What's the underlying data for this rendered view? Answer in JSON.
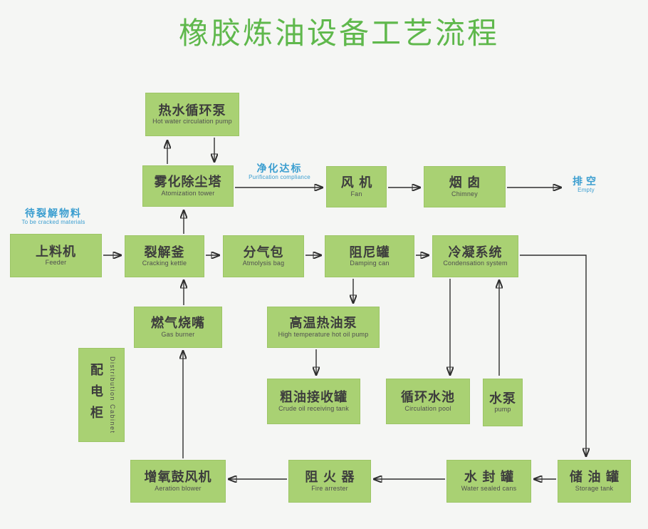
{
  "title": "橡胶炼油设备工艺流程",
  "colors": {
    "background": "#f5f6f4",
    "box_fill": "#a9d173",
    "box_border": "#9cc566",
    "title_green": "#5fb84c",
    "accent_blue": "#3b9ed0",
    "arrow": "#2e2e2e",
    "box_text": "#3d3d3d"
  },
  "nodes": {
    "hot_water_pump": {
      "zh": "热水循环泵",
      "en": "Hot water circulation pump"
    },
    "atomization_tower": {
      "zh": "雾化除尘塔",
      "en": "Atomization tower"
    },
    "fan": {
      "zh": "风机",
      "en": "Fan"
    },
    "chimney": {
      "zh": "烟囱",
      "en": "Chimney"
    },
    "feeder": {
      "zh": "上料机",
      "en": "Feeder"
    },
    "cracking_kettle": {
      "zh": "裂解釜",
      "en": "Cracking kettle"
    },
    "atmolysis_bag": {
      "zh": "分气包",
      "en": "Atmolysis bag"
    },
    "damping_can": {
      "zh": "阻尼罐",
      "en": "Damping can"
    },
    "condensation_system": {
      "zh": "冷凝系统",
      "en": "Condensation system"
    },
    "gas_burner": {
      "zh": "燃气烧嘴",
      "en": "Gas burner"
    },
    "hot_oil_pump": {
      "zh": "高温热油泵",
      "en": "High temperature hot oil pump"
    },
    "distribution_cabinet": {
      "zh": "配电柜",
      "en": "Distribution Cabinet"
    },
    "crude_oil_tank": {
      "zh": "粗油接收罐",
      "en": "Crude oil receiving tank"
    },
    "circulation_pool": {
      "zh": "循环水池",
      "en": "Circulation pool"
    },
    "water_pump": {
      "zh": "水泵",
      "en": "pump"
    },
    "aeration_blower": {
      "zh": "增氧鼓风机",
      "en": "Aeration blower"
    },
    "fire_arrester": {
      "zh": "阻火器",
      "en": "Fire arrester"
    },
    "water_sealed_cans": {
      "zh": "水封罐",
      "en": "Water sealed cans"
    },
    "storage_tank": {
      "zh": "储油罐",
      "en": "Storage tank"
    }
  },
  "labels": {
    "to_be_cracked": {
      "zh": "待裂解物料",
      "en": "To be cracked materials",
      "annotates": "feeder"
    },
    "purification": {
      "zh": "净化达标",
      "en": "Purification compliance",
      "on_edge": "atomization_tower→fan"
    },
    "empty": {
      "zh": "排空",
      "en": "Empty",
      "on_edge": "chimney→outlet"
    }
  },
  "edges": [
    {
      "from": "atomization_tower",
      "to": "hot_water_pump"
    },
    {
      "from": "hot_water_pump",
      "to": "atomization_tower"
    },
    {
      "from": "atomization_tower",
      "to": "fan",
      "label": "净化达标 / Purification compliance"
    },
    {
      "from": "fan",
      "to": "chimney"
    },
    {
      "from": "chimney",
      "to": "empty_outlet",
      "label": "排空 / Empty"
    },
    {
      "from": "feeder",
      "to": "cracking_kettle"
    },
    {
      "from": "cracking_kettle",
      "to": "atomization_tower"
    },
    {
      "from": "cracking_kettle",
      "to": "atmolysis_bag"
    },
    {
      "from": "atmolysis_bag",
      "to": "damping_can"
    },
    {
      "from": "damping_can",
      "to": "condensation_system"
    },
    {
      "from": "condensation_system",
      "to": "storage_tank"
    },
    {
      "from": "condensation_system",
      "to": "circulation_pool"
    },
    {
      "from": "water_pump",
      "to": "condensation_system"
    },
    {
      "from": "damping_can",
      "to": "hot_oil_pump"
    },
    {
      "from": "hot_oil_pump",
      "to": "crude_oil_tank"
    },
    {
      "from": "gas_burner",
      "to": "cracking_kettle"
    },
    {
      "from": "aeration_blower",
      "to": "gas_burner"
    },
    {
      "from": "fire_arrester",
      "to": "aeration_blower"
    },
    {
      "from": "water_sealed_cans",
      "to": "fire_arrester"
    },
    {
      "from": "storage_tank",
      "to": "water_sealed_cans"
    }
  ]
}
